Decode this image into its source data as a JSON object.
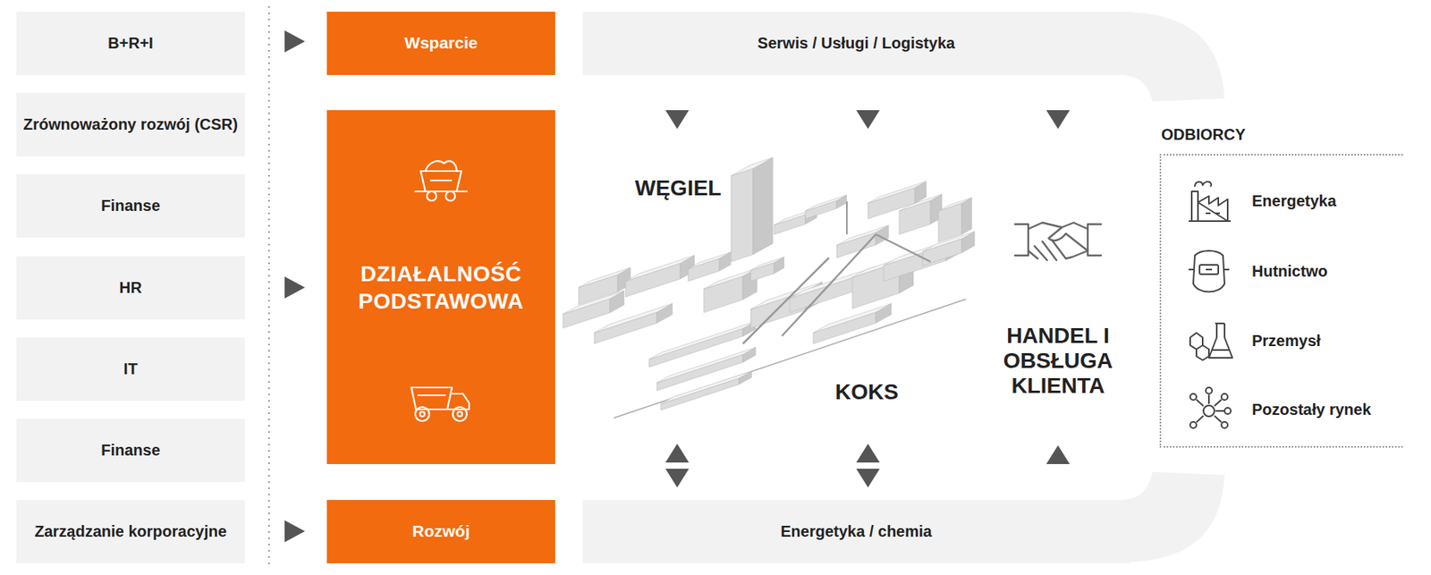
{
  "diagram": {
    "nodes": [
      {
        "text": [
          "B+R+I"
        ]
      },
      {
        "text": [
          "Zrównoważony rozwój (CSR)"
        ]
      },
      {
        "text": [
          "Finanse"
        ]
      },
      {
        "text": [
          "HR"
        ]
      },
      {
        "text": [
          "IT"
        ]
      },
      {
        "text": [
          "Finanse"
        ]
      },
      {
        "text": [
          "Zarządzanie korporacyjne"
        ]
      },
      {
        "text": [
          "Wsparcie"
        ]
      },
      {
        "text": [
          "DZIAŁALNOŚĆ PODSTAWOWA"
        ]
      },
      {
        "text": [
          "Rozwój"
        ]
      },
      {
        "text": [
          "Serwis / Usługi / Logistyka"
        ]
      },
      {
        "text": [
          "Energetyka / chemia"
        ]
      },
      {
        "text": [
          "ODBIORCY"
        ]
      }
    ],
    "labels": [
      "WĘGIEL",
      "KOKS",
      "HANDEL I OBSŁUGA KLIENTA",
      "Energetyka",
      "Hutnictwo",
      "Przemysł",
      "Pozostały rynek"
    ]
  }
}
